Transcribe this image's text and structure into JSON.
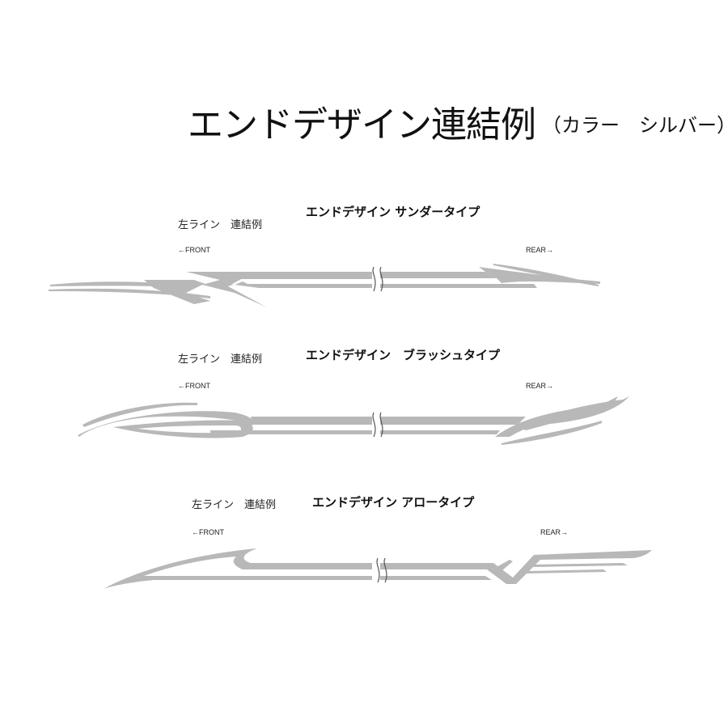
{
  "title": {
    "main": "エンドデザイン連結例",
    "sub": "（カラー　シルバー）"
  },
  "colors": {
    "stripe": "#b8b8b8",
    "text": "#111111",
    "break_mark": "#555555"
  },
  "sections": [
    {
      "left_label": "左ライン　連結例",
      "design_label": "エンドデザイン サンダータイプ",
      "front": "←FRONT",
      "rear": "REAR→"
    },
    {
      "left_label": "左ライン　連結例",
      "design_label": "エンドデザイン　ブラッシュタイプ",
      "front": "←FRONT",
      "rear": "REAR→"
    },
    {
      "left_label": "左ライン　連結例",
      "design_label": "エンドデザイン アロータイプ",
      "front": "←FRONT",
      "rear": "REAR→"
    }
  ]
}
